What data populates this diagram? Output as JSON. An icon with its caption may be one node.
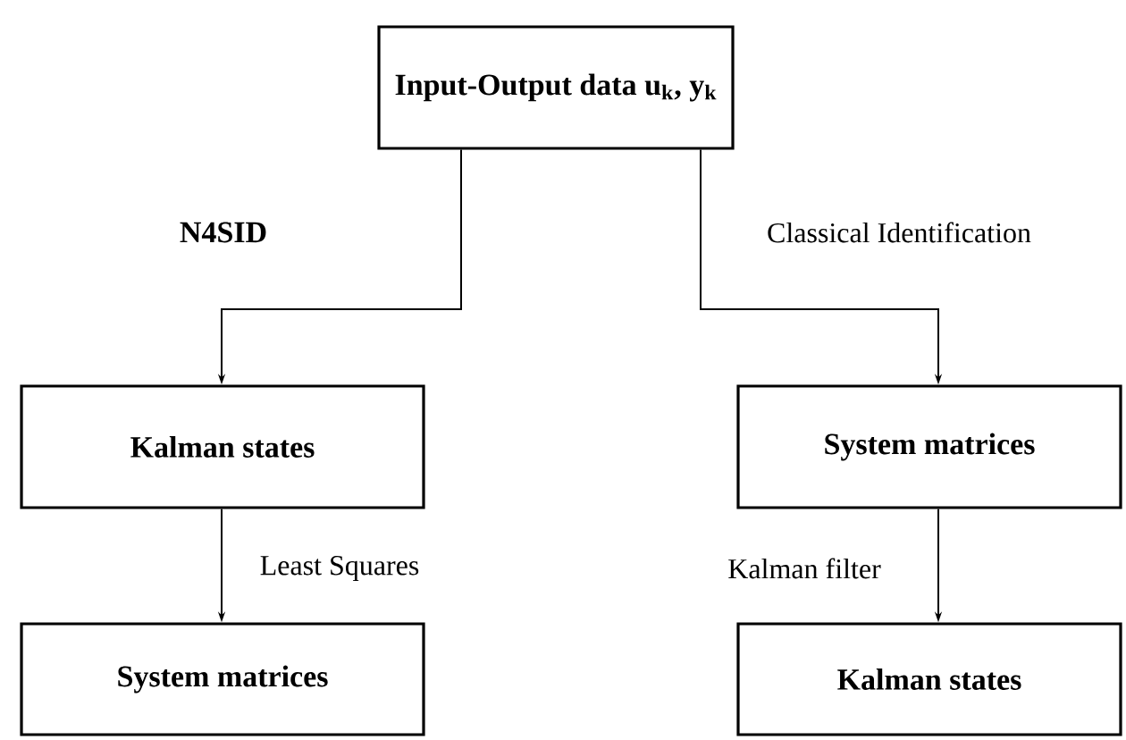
{
  "diagram": {
    "nodes": [
      {
        "text": [
          "Input-Output data u$_{k}$, y$_{k}$"
        ]
      },
      {
        "text": [
          "Kalman states"
        ]
      },
      {
        "text": [
          "System matrices"
        ]
      },
      {
        "text": [
          "System matrices"
        ]
      },
      {
        "text": [
          "Kalman states"
        ]
      }
    ],
    "edges": [
      {
        "from": 0,
        "to": 1,
        "arrow": "to",
        "label": "N4SID"
      },
      {
        "from": 0,
        "to": 2,
        "arrow": "to",
        "label": "Classical Identification"
      },
      {
        "from": 1,
        "to": 3,
        "arrow": "to",
        "label": "Least Squares"
      },
      {
        "from": 2,
        "to": 4,
        "arrow": "to",
        "label": "Kalman filter"
      }
    ]
  }
}
